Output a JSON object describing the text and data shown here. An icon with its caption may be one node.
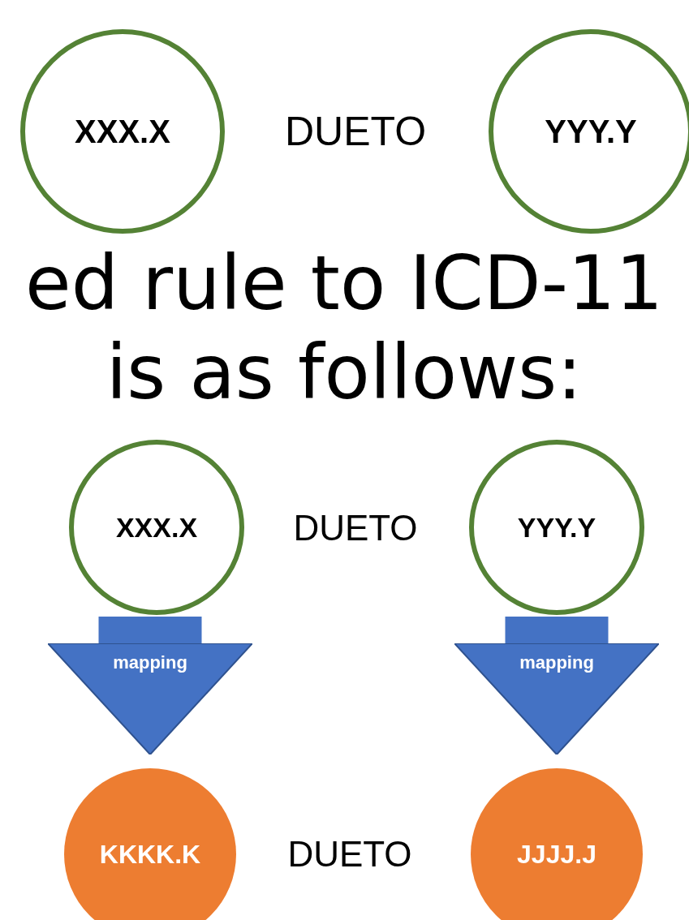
{
  "diagram": {
    "nodes": [
      {
        "text": [
          "XXX.X"
        ]
      },
      {
        "text": [
          "YYY.Y"
        ]
      },
      {
        "text": [
          "XXX.X"
        ]
      },
      {
        "text": [
          "YYY.Y"
        ]
      },
      {
        "text": [
          "KKKK.K"
        ]
      },
      {
        "text": [
          "JJJJ.J"
        ]
      }
    ],
    "edges": [
      {
        "from": 2,
        "to": 4,
        "arrow": "to",
        "label": "mapping"
      },
      {
        "from": 3,
        "to": 5,
        "arrow": "to",
        "label": "mapping"
      }
    ],
    "labels": [
      "DUETO",
      "ed rule to ICD-11 is as follows:",
      "DUETO",
      "DUETO"
    ]
  }
}
